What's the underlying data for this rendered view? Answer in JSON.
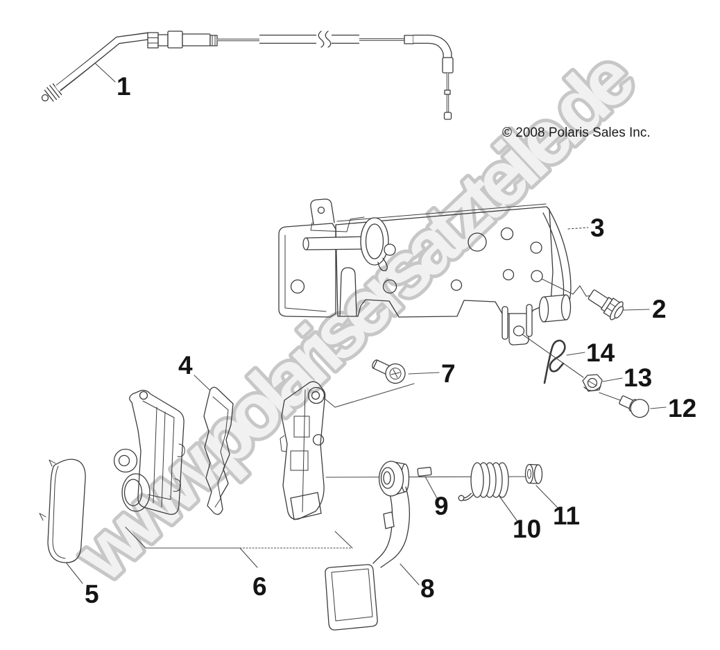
{
  "diagram": {
    "copyright": "© 2008 Polaris Sales Inc.",
    "watermark": "www.polarisersatzteile.de",
    "callouts": [
      {
        "label": "1"
      },
      {
        "label": "2"
      },
      {
        "label": "3"
      },
      {
        "label": "4"
      },
      {
        "label": "5"
      },
      {
        "label": "6"
      },
      {
        "label": "7"
      },
      {
        "label": "8"
      },
      {
        "label": "9"
      },
      {
        "label": "10"
      },
      {
        "label": "11"
      },
      {
        "label": "12"
      },
      {
        "label": "13"
      },
      {
        "label": "14"
      }
    ]
  }
}
